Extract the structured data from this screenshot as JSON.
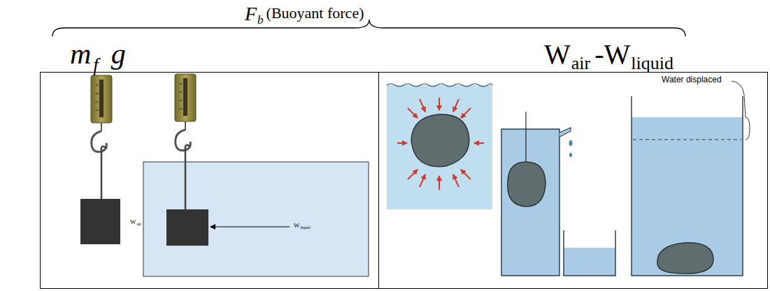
{
  "diagram": {
    "labels": [
      "F",
      "b",
      "(Buoyant force)",
      "m",
      "f",
      "g",
      "W",
      "air",
      "-W",
      "liquid",
      "W",
      "air",
      "W",
      "liquid",
      "Water displaced"
    ]
  }
}
